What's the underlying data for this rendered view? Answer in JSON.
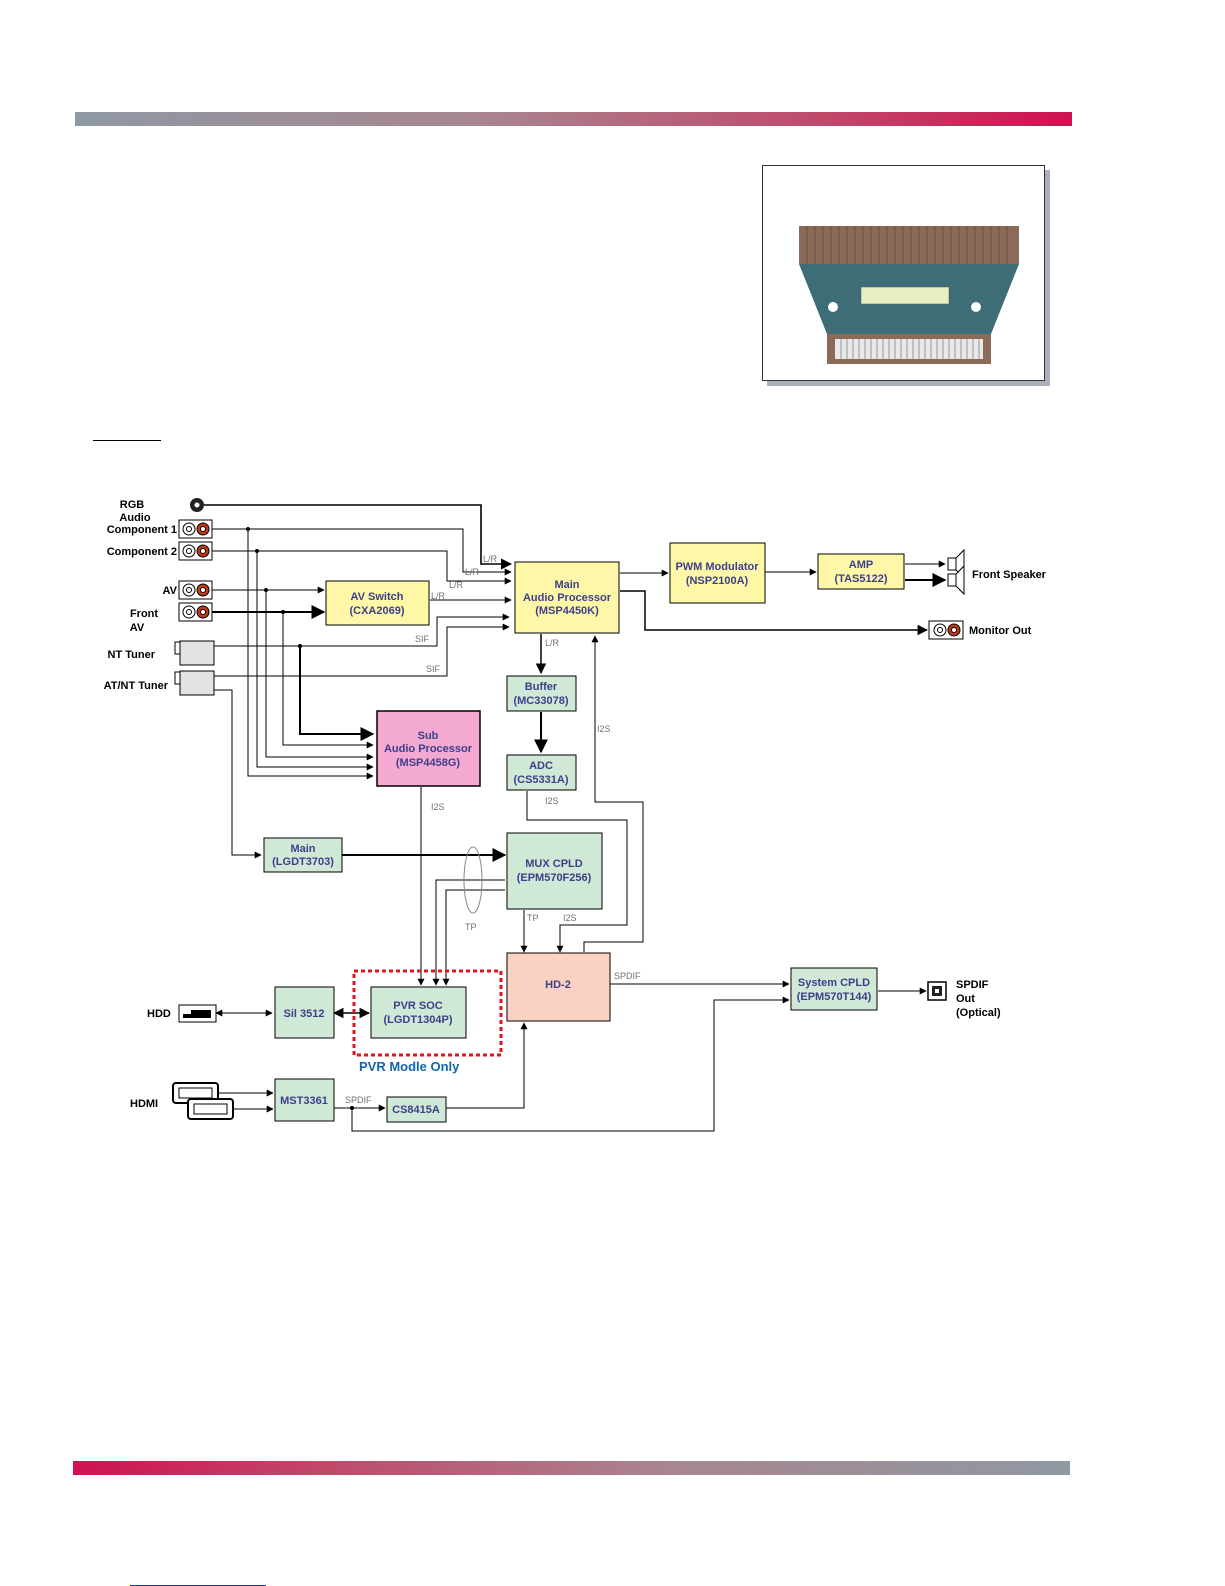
{
  "inputs": {
    "rgb_audio": [
      "RGB",
      "Audio"
    ],
    "component1": "Component 1",
    "component2": "Component 2",
    "av": "AV",
    "front_av": [
      "Front",
      "AV"
    ],
    "nt_tuner": "NT Tuner",
    "atnt_tuner": "AT/NT Tuner",
    "hdd": "HDD",
    "hdmi": "HDMI"
  },
  "outputs": {
    "front_speaker": "Front Speaker",
    "monitor_out": "Monitor Out",
    "spdif_out": [
      "SPDIF",
      "Out",
      "(Optical)"
    ]
  },
  "blocks": {
    "av_switch": [
      "AV Switch",
      "(CXA2069)"
    ],
    "main_audio": [
      "Main",
      "Audio Processor",
      "(MSP4450K)"
    ],
    "pwm": [
      "PWM Modulator",
      "(NSP2100A)"
    ],
    "amp": [
      "AMP",
      "(TAS5122)"
    ],
    "buffer": [
      "Buffer",
      "(MC33078)"
    ],
    "adc": [
      "ADC",
      "(CS5331A)"
    ],
    "sub_audio": [
      "Sub",
      "Audio Processor",
      "(MSP4458G)"
    ],
    "main_demod": [
      "Main",
      "(LGDT3703)"
    ],
    "mux_cpld": [
      "MUX CPLD",
      "(EPM570F256)"
    ],
    "hd2": "HD-2",
    "system_cpld": [
      "System CPLD",
      "(EPM570T144)"
    ],
    "pvr_soc": [
      "PVR SOC",
      "(LGDT1304P)"
    ],
    "sil3512": "Sil 3512",
    "mst3361": "MST3361",
    "cs8415a": "CS8415A"
  },
  "signals": {
    "lr": "L/R",
    "sif": "SIF",
    "i2s": "I2S",
    "tp": "TP",
    "spdif": "SPDIF"
  },
  "pvr_note": "PVR Modle Only",
  "colors": {
    "yellow_block": "#fff7a8",
    "green_block": "#d0e9d6",
    "pink_block": "#f4a9d2",
    "hd2_block": "#fbd2c1",
    "pvr_border": "#e0141e",
    "pvr_note": "#1166b0",
    "block_text": "#3c3f8a"
  }
}
